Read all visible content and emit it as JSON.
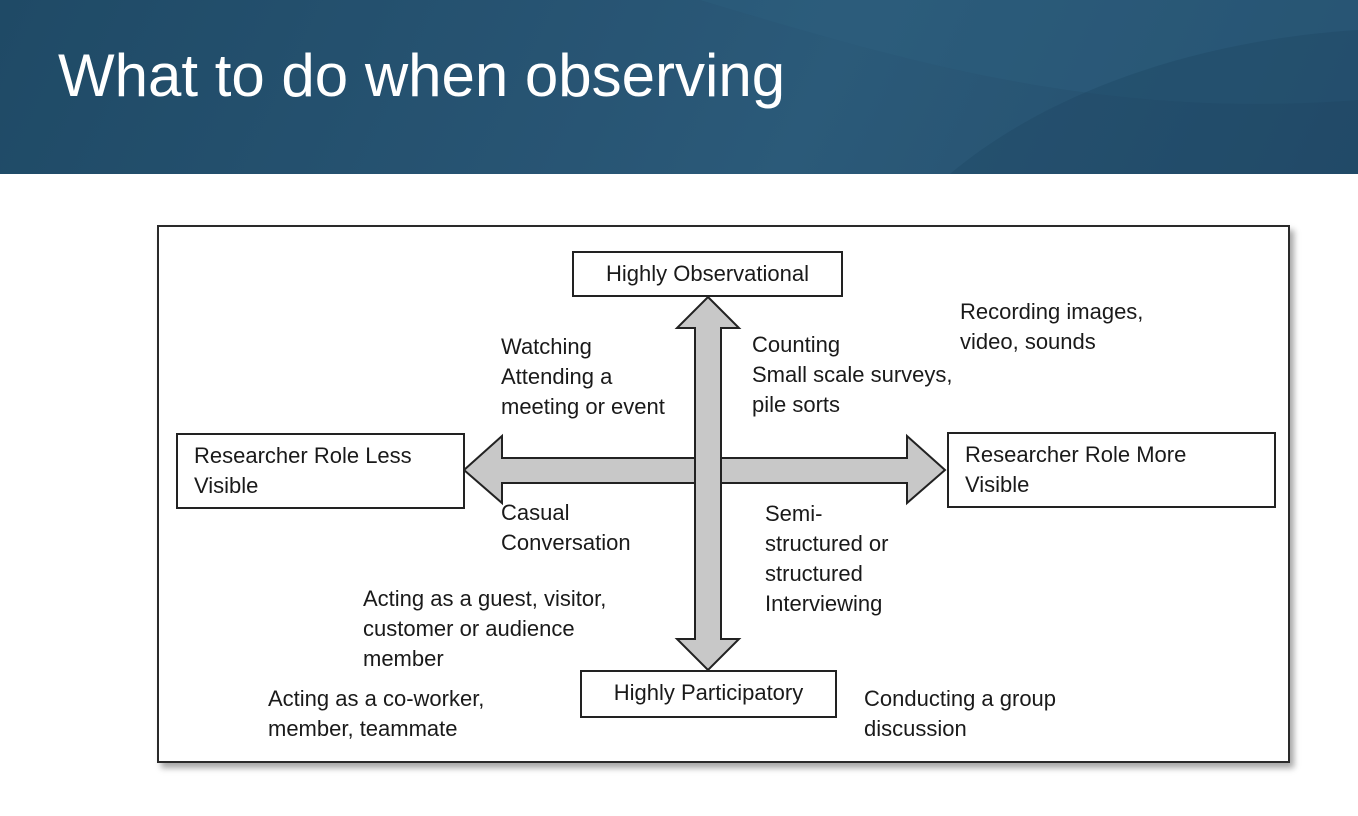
{
  "slide": {
    "title": "What to do when observing"
  },
  "diagram": {
    "poles": {
      "top": "Highly Observational",
      "bottom": "Highly Participatory",
      "left": "Researcher Role Less\nVisible",
      "right": "Researcher Role More\nVisible"
    },
    "activities": {
      "recording": "Recording images,\nvideo, sounds",
      "watching": "Watching\nAttending a\nmeeting or event",
      "counting": "Counting\nSmall scale surveys,\npile sorts",
      "casual": "Casual\nConversation",
      "semi": "Semi-\nstructured or\nstructured\nInterviewing",
      "guest": "Acting as a guest, visitor,\ncustomer or audience\nmember",
      "coworker": "Acting as a co-worker,\nmember, teammate",
      "group": "Conducting a group\ndiscussion"
    }
  },
  "colors": {
    "header_bg": "#285574",
    "arrow_fill": "#c8c8c8",
    "border": "#222222"
  }
}
